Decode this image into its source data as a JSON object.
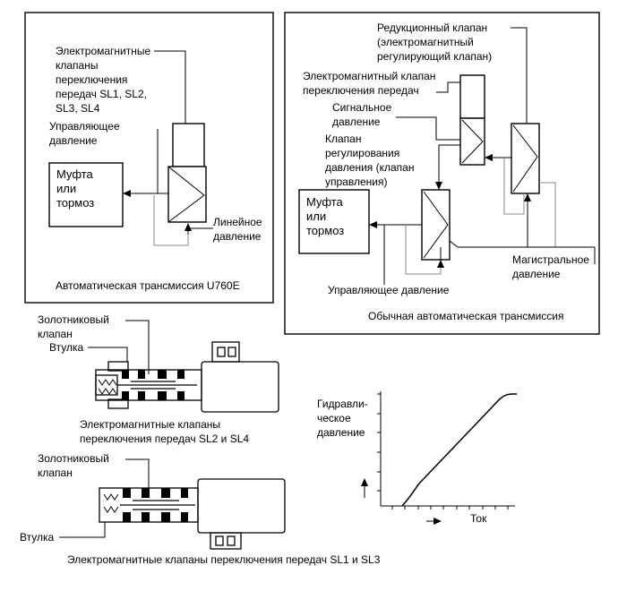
{
  "u760e": {
    "solenoid_label": [
      "Электромагнитные",
      "клапаны",
      "переключения",
      "передач SL1, SL2,",
      "SL3, SL4"
    ],
    "control_pressure": [
      "Управляющее",
      "давление"
    ],
    "clutch": [
      "Муфта",
      "или",
      "тормоз"
    ],
    "line_pressure": [
      "Линейное",
      "давление"
    ],
    "caption": "Автоматическая трансмиссия U760E"
  },
  "conventional": {
    "reducing_valve": [
      "Редукционный клапан",
      "(электромагнитный",
      "регулирующий клапан)"
    ],
    "shift_solenoid": [
      "Электромагнитный клапан",
      "переключения передач"
    ],
    "signal_pressure": [
      "Сигнальное",
      "давление"
    ],
    "pressure_valve": [
      "Клапан",
      "регулирования",
      "давления (клапан",
      "управления)"
    ],
    "clutch": [
      "Муфта",
      "или",
      "тормоз"
    ],
    "main_pressure": [
      "Магистральное",
      "давление"
    ],
    "control_pressure": "Управляющее давление",
    "caption": "Обычная автоматическая трансмиссия"
  },
  "solenoid_sl2_sl4": {
    "spool_label": [
      "Золотниковый",
      "клапан"
    ],
    "sleeve_label": "Втулка",
    "caption": [
      "Электромагнитные клапаны",
      "переключения передач SL2 и SL4"
    ]
  },
  "solenoid_sl1_sl3": {
    "spool_label": [
      "Золотниковый",
      "клапан"
    ],
    "sleeve_label": "Втулка",
    "caption": "Электромагнитные клапаны переключения передач SL1 и SL3"
  },
  "graph": {
    "ylabel": [
      "Гидравли-",
      "ческое",
      "давление"
    ],
    "xlabel": "Ток"
  },
  "colors": {
    "line": "#000000",
    "feedback_line": "#8a8a8a",
    "background": "#ffffff"
  },
  "icons": [
    "arrow-up-icon",
    "arrow-right-icon"
  ]
}
